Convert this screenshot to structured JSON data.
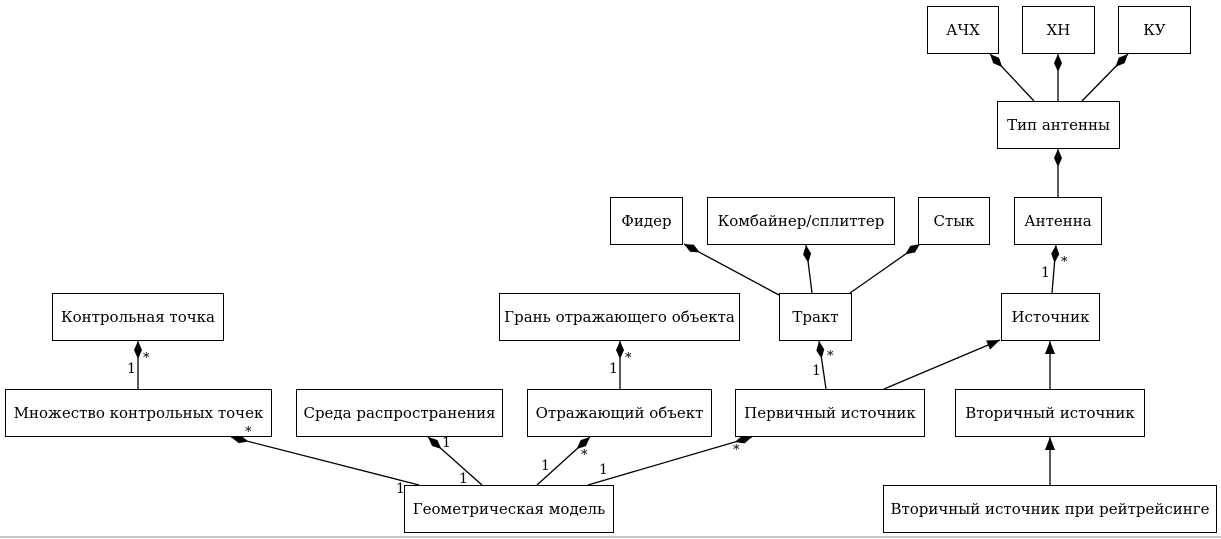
{
  "diagram": {
    "type": "class-diagram",
    "nodes": {
      "achx": "АЧХ",
      "xn": "ХН",
      "ku": "КУ",
      "antenna_type": "Тип антенны",
      "feeder": "Фидер",
      "combiner": "Комбайнер/сплиттер",
      "joint": "Стык",
      "antenna": "Антенна",
      "control_point": "Контрольная точка",
      "reflector_face": "Грань отражающего объекта",
      "tract": "Тракт",
      "source": "Источник",
      "control_point_set": "Множество контрольных точек",
      "medium": "Среда распространения",
      "reflector": "Отражающий объект",
      "primary_source": "Первичный источник",
      "secondary_source": "Вторичный источник",
      "raytracing_secondary": "Вторичный источник при рейтрейсинге",
      "geometric_model": "Геометрическая модель"
    },
    "edges": [
      {
        "from": "antenna_type",
        "to": "achx",
        "kind": "composition"
      },
      {
        "from": "antenna_type",
        "to": "xn",
        "kind": "composition"
      },
      {
        "from": "antenna_type",
        "to": "ku",
        "kind": "composition"
      },
      {
        "from": "antenna",
        "to": "antenna_type",
        "kind": "composition"
      },
      {
        "from": "tract",
        "to": "feeder",
        "kind": "composition"
      },
      {
        "from": "tract",
        "to": "combiner",
        "kind": "composition"
      },
      {
        "from": "tract",
        "to": "joint",
        "kind": "composition"
      },
      {
        "from": "source",
        "to": "antenna",
        "kind": "composition",
        "near": "1",
        "far": "*"
      },
      {
        "from": "control_point_set",
        "to": "control_point",
        "kind": "composition",
        "near": "1",
        "far": "*"
      },
      {
        "from": "reflector",
        "to": "reflector_face",
        "kind": "composition",
        "near": "1",
        "far": "*"
      },
      {
        "from": "primary_source",
        "to": "tract",
        "kind": "composition",
        "near": "1",
        "far": "*"
      },
      {
        "from": "primary_source",
        "to": "source",
        "kind": "inheritance"
      },
      {
        "from": "secondary_source",
        "to": "source",
        "kind": "inheritance"
      },
      {
        "from": "raytracing_secondary",
        "to": "secondary_source",
        "kind": "inheritance"
      },
      {
        "from": "geometric_model",
        "to": "control_point_set",
        "kind": "composition",
        "near": "1",
        "far": "*"
      },
      {
        "from": "geometric_model",
        "to": "medium",
        "kind": "composition",
        "near": "1",
        "far": "1"
      },
      {
        "from": "geometric_model",
        "to": "reflector",
        "kind": "composition",
        "near": "1",
        "far": "*"
      },
      {
        "from": "geometric_model",
        "to": "primary_source",
        "kind": "composition",
        "near": "1",
        "far": "*"
      }
    ],
    "multiplicity": {
      "one": "1",
      "many": "*"
    }
  }
}
